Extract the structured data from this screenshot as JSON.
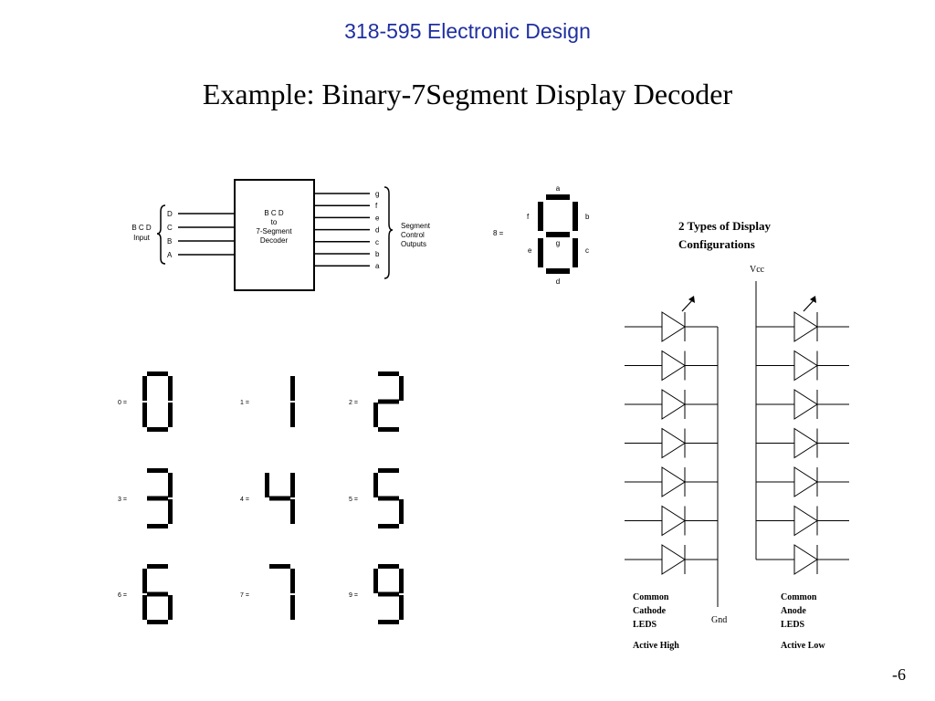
{
  "header": {
    "course": "318-595 Electronic Design",
    "title": "Example:  Binary-7Segment Display Decoder",
    "page_number": "-6"
  },
  "decoder_block": {
    "block_line1": "B C D",
    "block_line2": "to",
    "block_line3": "7-Segment",
    "block_line4": "Decoder",
    "input_line1": "B C D",
    "input_line2": "Input",
    "inputs": [
      "D",
      "C",
      "B",
      "A"
    ],
    "outputs": [
      "g",
      "f",
      "e",
      "d",
      "c",
      "b",
      "a"
    ],
    "output_line1": "Segment",
    "output_line2": "Control",
    "output_line3": "Outputs"
  },
  "segment_diagram": {
    "label_a": "a",
    "label_b": "b",
    "label_c": "c",
    "label_d": "d",
    "label_e": "e",
    "label_f": "f",
    "label_g": "g",
    "label_eq": "8 ="
  },
  "digits": [
    {
      "label": "0 =",
      "segments": "abcdef"
    },
    {
      "label": "1 =",
      "segments": "bc"
    },
    {
      "label": "2 =",
      "segments": "abged"
    },
    {
      "label": "3 =",
      "segments": "abgcd"
    },
    {
      "label": "4 =",
      "segments": "fgbc"
    },
    {
      "label": "5 =",
      "segments": "afgcd"
    },
    {
      "label": "6 =",
      "segments": "afgedc"
    },
    {
      "label": "7 =",
      "segments": "abc"
    },
    {
      "label": "9 =",
      "segments": "abcdfg"
    }
  ],
  "led_configs": {
    "heading_line1": "2 Types of Display",
    "heading_line2": "Configurations",
    "vcc_label": "Vcc",
    "gnd_label": "Gnd",
    "cathode_line1": "Common",
    "cathode_line2": "Cathode",
    "cathode_line3": "LEDS",
    "cathode_active": "Active High",
    "anode_line1": "Common",
    "anode_line2": "Anode",
    "anode_line3": "LEDS",
    "anode_active": "Active Low"
  }
}
